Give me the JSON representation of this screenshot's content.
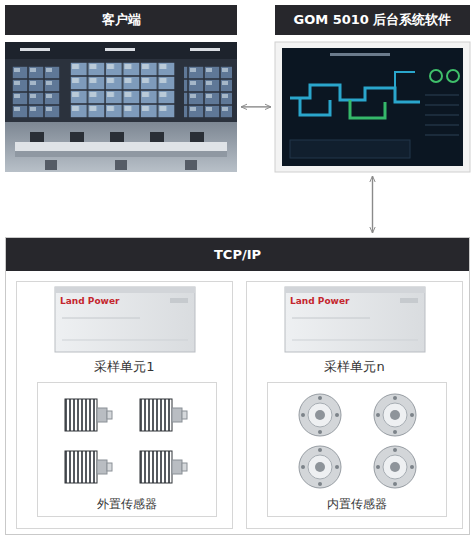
{
  "diagram": {
    "nodes": [
      {
        "text": [
          "客户端"
        ]
      },
      {
        "text": [
          "GOM 5010 后台系统软件"
        ]
      },
      {
        "text": [
          "TCP/IP"
        ]
      },
      {
        "text": [
          "采样单元1"
        ],
        "in": 2
      },
      {
        "text": [
          "外置传感器"
        ],
        "in": 3
      },
      {
        "text": [
          "采样单元n"
        ],
        "in": 2
      },
      {
        "text": [
          "内置传感器"
        ],
        "in": 5
      }
    ],
    "edges": [
      {
        "from": 0,
        "to": 1,
        "arrow": "both"
      },
      {
        "from": 1,
        "to": 2,
        "arrow": "both"
      }
    ],
    "labels": [
      "Land Power",
      "Land Power"
    ]
  }
}
